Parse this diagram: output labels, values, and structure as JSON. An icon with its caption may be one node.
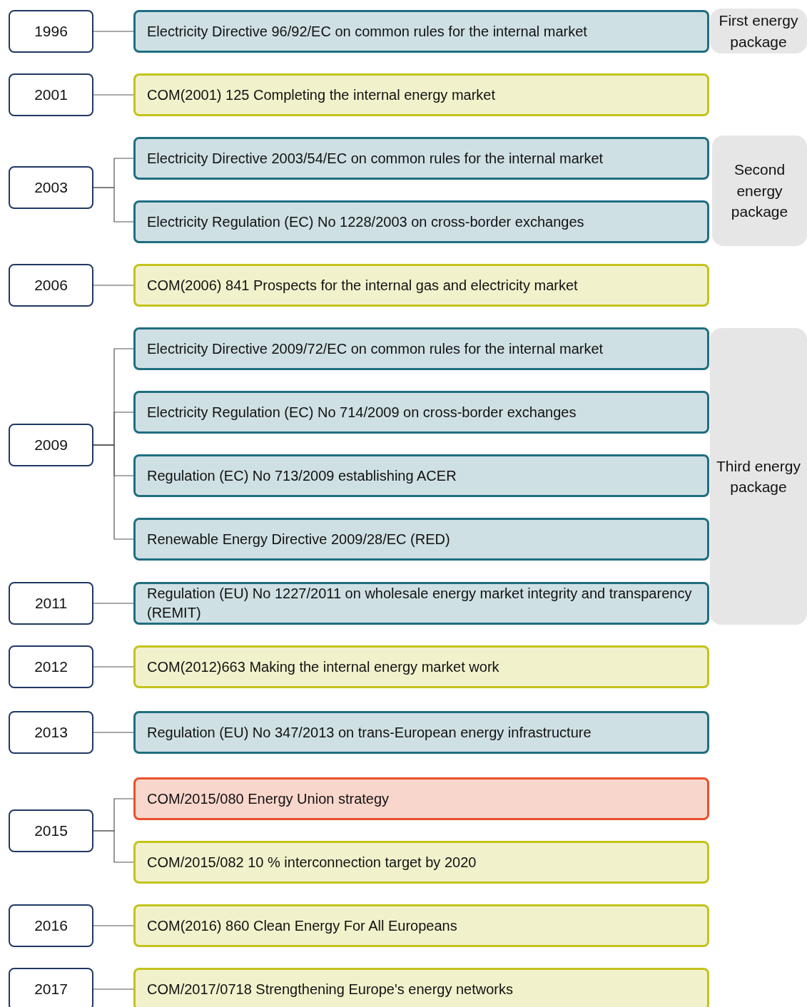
{
  "diagram": {
    "nodes": [
      {
        "text": [
          "1996"
        ]
      },
      {
        "text": [
          "Electricity Directive 96/92/EC on common rules for the internal market"
        ]
      },
      {
        "text": [
          "First energy package"
        ]
      },
      {
        "text": [
          "2001"
        ]
      },
      {
        "text": [
          "COM(2001) 125 Completing the internal energy market"
        ]
      },
      {
        "text": [
          "2003"
        ]
      },
      {
        "text": [
          "Electricity Directive 2003/54/EC on common rules for the internal market"
        ]
      },
      {
        "text": [
          "Second energy package"
        ]
      },
      {
        "text": [
          "Electricity Regulation (EC) No 1228/2003 on cross-border exchanges"
        ]
      },
      {
        "text": [
          "2006"
        ]
      },
      {
        "text": [
          "COM(2006) 841 Prospects for the internal gas and electricity market"
        ]
      },
      {
        "text": [
          "2009"
        ]
      },
      {
        "text": [
          "Electricity Directive 2009/72/EC on common rules for the internal market"
        ]
      },
      {
        "text": [
          "Third energy package"
        ]
      },
      {
        "text": [
          "Electricity Regulation (EC) No 714/2009 on cross-border exchanges"
        ]
      },
      {
        "text": [
          "Regulation (EC) No 713/2009 establishing ACER"
        ]
      },
      {
        "text": [
          "Renewable Energy Directive 2009/28/EC (RED)"
        ]
      },
      {
        "text": [
          "2011"
        ]
      },
      {
        "text": [
          "Regulation (EU) No 1227/2011 on wholesale energy market integrity and transparency (REMIT)"
        ]
      },
      {
        "text": [
          "2012"
        ]
      },
      {
        "text": [
          "COM(2012)663 Making the internal energy market work"
        ]
      },
      {
        "text": [
          "2013"
        ]
      },
      {
        "text": [
          "Regulation (EU) No 347/2013 on trans-European energy infrastructure"
        ]
      },
      {
        "text": [
          "2015"
        ]
      },
      {
        "text": [
          "COM/2015/080 Energy Union strategy"
        ]
      },
      {
        "text": [
          "COM/2015/082 10 % interconnection target by 2020"
        ]
      },
      {
        "text": [
          "2016"
        ]
      },
      {
        "text": [
          "COM(2016) 860 Clean Energy For All Europeans"
        ]
      },
      {
        "text": [
          "2017"
        ]
      },
      {
        "text": [
          "COM/2017/0718 Strengthening Europe's energy networks"
        ]
      }
    ],
    "edges": [
      {
        "from": 0,
        "to": 1,
        "arrow": "none"
      },
      {
        "from": 3,
        "to": 4,
        "arrow": "none"
      },
      {
        "from": 5,
        "to": 6,
        "arrow": "none"
      },
      {
        "from": 5,
        "to": 8,
        "arrow": "none"
      },
      {
        "from": 9,
        "to": 10,
        "arrow": "none"
      },
      {
        "from": 11,
        "to": 12,
        "arrow": "none"
      },
      {
        "from": 11,
        "to": 14,
        "arrow": "none"
      },
      {
        "from": 11,
        "to": 15,
        "arrow": "none"
      },
      {
        "from": 11,
        "to": 16,
        "arrow": "none"
      },
      {
        "from": 17,
        "to": 18,
        "arrow": "none"
      },
      {
        "from": 19,
        "to": 20,
        "arrow": "none"
      },
      {
        "from": 21,
        "to": 22,
        "arrow": "none"
      },
      {
        "from": 23,
        "to": 24,
        "arrow": "none"
      },
      {
        "from": 23,
        "to": 25,
        "arrow": "none"
      },
      {
        "from": 26,
        "to": 27,
        "arrow": "none"
      },
      {
        "from": 28,
        "to": 29,
        "arrow": "none"
      }
    ]
  }
}
